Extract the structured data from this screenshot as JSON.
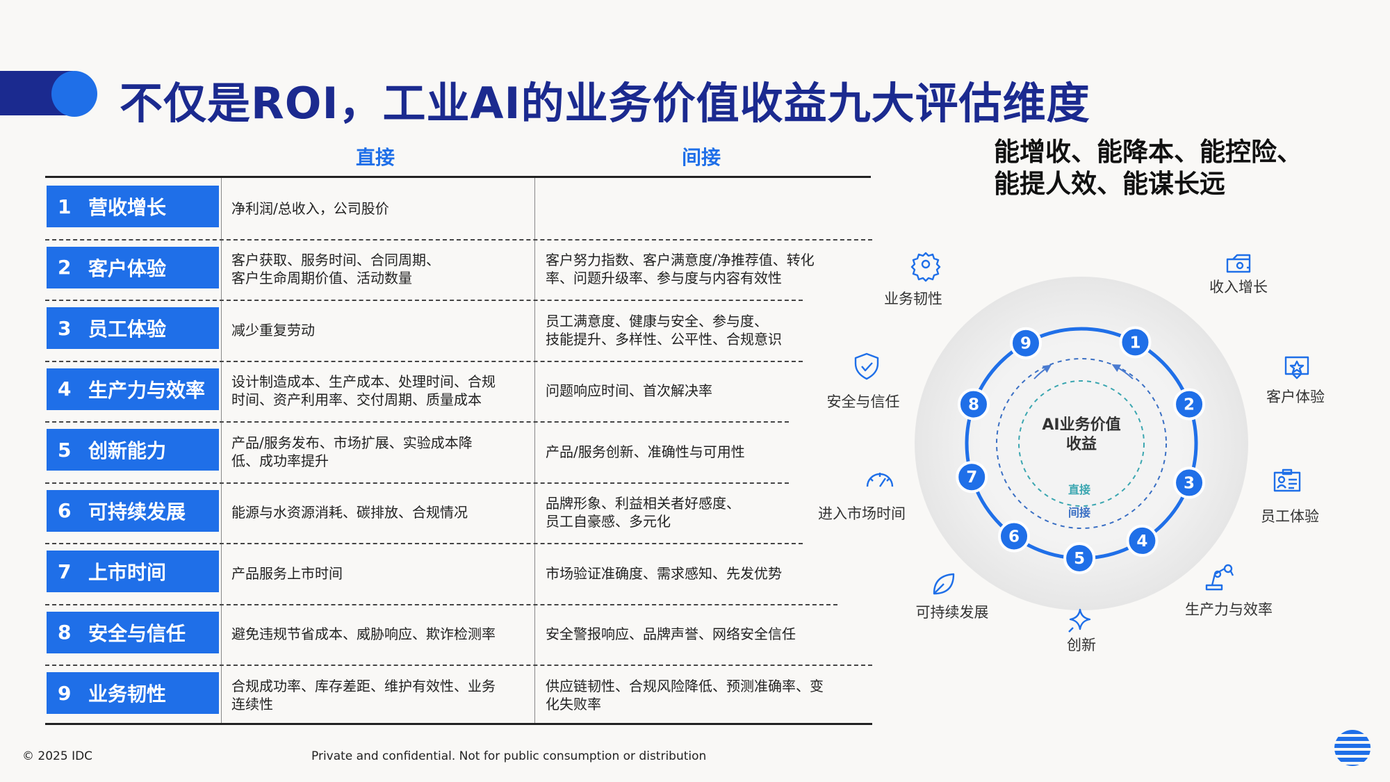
{
  "title": "不仅是ROI，工业AI的业务价值收益九大评估维度",
  "columns": {
    "direct": "直接",
    "indirect": "间接"
  },
  "tagline": [
    "能增收、能降本、能控险、",
    "能提人效、能谋长远"
  ],
  "rows": [
    {
      "num": "1",
      "label": "营收增长",
      "direct": [
        "净利润/总收入，公司股价"
      ],
      "indirect": []
    },
    {
      "num": "2",
      "label": "客户体验",
      "direct": [
        "客户获取、服务时间、合同周期、",
        "客户生命周期价值、活动数量"
      ],
      "indirect": [
        "客户努力指数、客户满意度/净推荐值、转化",
        "率、问题升级率、参与度与内容有效性"
      ]
    },
    {
      "num": "3",
      "label": "员工体验",
      "direct": [
        "减少重复劳动"
      ],
      "indirect": [
        "员工满意度、健康与安全、参与度、",
        "技能提升、多样性、公平性、合规意识"
      ]
    },
    {
      "num": "4",
      "label": "生产力与效率",
      "direct": [
        "设计制造成本、生产成本、处理时间、合规",
        "时间、资产利用率、交付周期、质量成本"
      ],
      "indirect": [
        "问题响应时间、首次解决率"
      ]
    },
    {
      "num": "5",
      "label": "创新能力",
      "direct": [
        "产品/服务发布、市场扩展、实验成本降",
        "低、成功率提升"
      ],
      "indirect": [
        "产品/服务创新、准确性与可用性"
      ]
    },
    {
      "num": "6",
      "label": "可持续发展",
      "direct": [
        "能源与水资源消耗、碳排放、合规情况"
      ],
      "indirect": [
        "品牌形象、利益相关者好感度、",
        "员工自豪感、多元化"
      ]
    },
    {
      "num": "7",
      "label": "上市时间",
      "direct": [
        "产品服务上市时间"
      ],
      "indirect": [
        "市场验证准确度、需求感知、先发优势"
      ]
    },
    {
      "num": "8",
      "label": "安全与信任",
      "direct": [
        "避免违规节省成本、威胁响应、欺诈检测率"
      ],
      "indirect": [
        "安全警报响应、品牌声誉、网络安全信任"
      ]
    },
    {
      "num": "9",
      "label": "业务韧性",
      "direct": [
        "合规成功率、库存差距、维护有效性、业务",
        "连续性"
      ],
      "indirect": [
        "供应链韧性、合规风险降低、预测准确率、变",
        "化失败率"
      ]
    }
  ],
  "diagram": {
    "center": [
      "AI业务价值",
      "收益"
    ],
    "direct_label": "直接",
    "indirect_label": "间接",
    "nodes": [
      "1",
      "2",
      "3",
      "4",
      "5",
      "6",
      "7",
      "8",
      "9"
    ],
    "dimensions": [
      {
        "label": "收入增长",
        "icon": "money-icon"
      },
      {
        "label": "客户体验",
        "icon": "star-icon"
      },
      {
        "label": "员工体验",
        "icon": "id-card-icon"
      },
      {
        "label": "生产力与效率",
        "icon": "robot-arm-icon"
      },
      {
        "label": "创新",
        "icon": "sparkle-icon"
      },
      {
        "label": "可持续发展",
        "icon": "leaf-icon"
      },
      {
        "label": "进入市场时间",
        "icon": "gauge-icon"
      },
      {
        "label": "安全与信任",
        "icon": "shield-icon"
      },
      {
        "label": "业务韧性",
        "icon": "gear-icon"
      }
    ]
  },
  "colors": {
    "brand_dark": "#1b2a8f",
    "brand_blue": "#1f6fe8"
  },
  "footer": {
    "copyright": "© 2025 IDC",
    "notice": "Private and confidential. Not for public consumption or distribution"
  }
}
